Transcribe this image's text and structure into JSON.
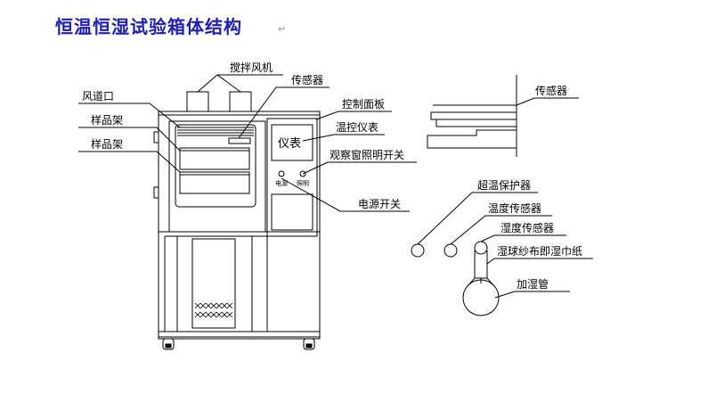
{
  "title": "恒温恒湿试验箱体结构",
  "return_mark": "↵",
  "labels": {
    "fan": "搅拌风机",
    "sensor_top": "传感器",
    "air_duct": "风道口",
    "sample_rack_1": "样品架",
    "sample_rack_2": "样品架",
    "control_panel": "控制面板",
    "temp_meter": "温控仪表",
    "window_light_switch": "观察窗照明开关",
    "power_switch": "电源开关",
    "sensor_right": "传感器",
    "over_temp": "超温保护器",
    "temp_sensor": "温度传感器",
    "humidity_sensor": "湿度传感器",
    "wet_gauze": "湿球纱布即湿巾纸",
    "humidifier_tube": "加湿管"
  },
  "panel": {
    "meter_text": "仪表",
    "power_text": "电源",
    "light_text": "照明"
  }
}
